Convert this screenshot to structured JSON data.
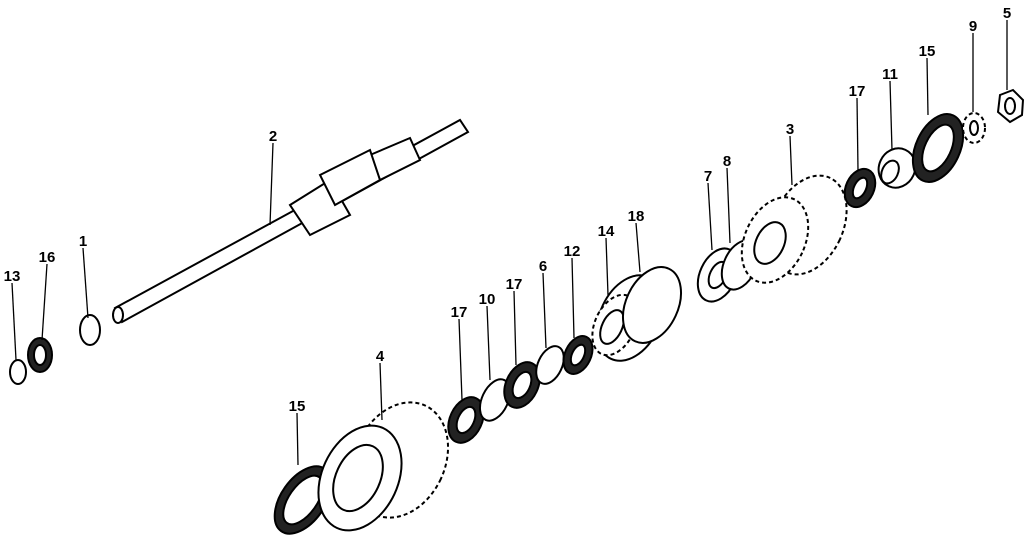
{
  "diagram": {
    "callouts": [
      "13",
      "16",
      "1",
      "2",
      "4",
      "15",
      "17",
      "10",
      "17",
      "6",
      "12",
      "14",
      "18",
      "7",
      "8",
      "3",
      "17",
      "11",
      "15",
      "9",
      "5"
    ]
  }
}
